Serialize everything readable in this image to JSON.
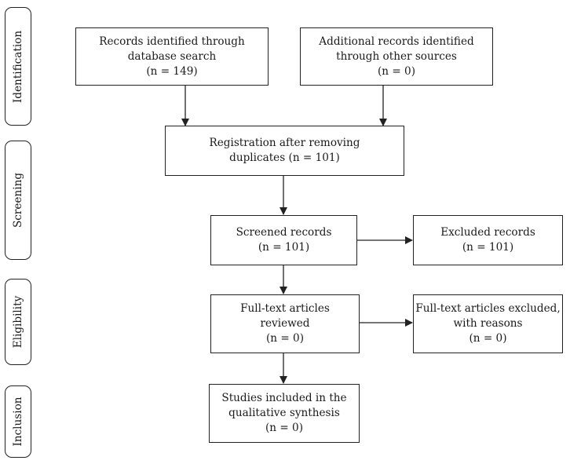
{
  "phases": {
    "identification": "Identification",
    "screening": "Screening",
    "eligibility": "Eligibility",
    "inclusion": "Inclusion"
  },
  "boxes": {
    "database": {
      "line1": "Records identified through",
      "line2": "database search",
      "line3": "(n = 149)"
    },
    "other": {
      "line1": "Additional records identified",
      "line2": "through other sources",
      "line3": "(n = 0)"
    },
    "registration": {
      "line1": "Registration after removing",
      "line2": "duplicates (n = 101)"
    },
    "screened": {
      "line1": "Screened records",
      "line2": "(n = 101)"
    },
    "excluded": {
      "line1": "Excluded records",
      "line2": "(n = 101)"
    },
    "fulltext": {
      "line1": "Full-text articles",
      "line2": "reviewed",
      "line3": "(n = 0)"
    },
    "fulltext_excluded": {
      "line1": "Full-text articles excluded,",
      "line2": "with reasons",
      "line3": "(n = 0)"
    },
    "included": {
      "line1": "Studies included in the",
      "line2": "qualitative synthesis",
      "line3": "(n = 0)"
    }
  }
}
